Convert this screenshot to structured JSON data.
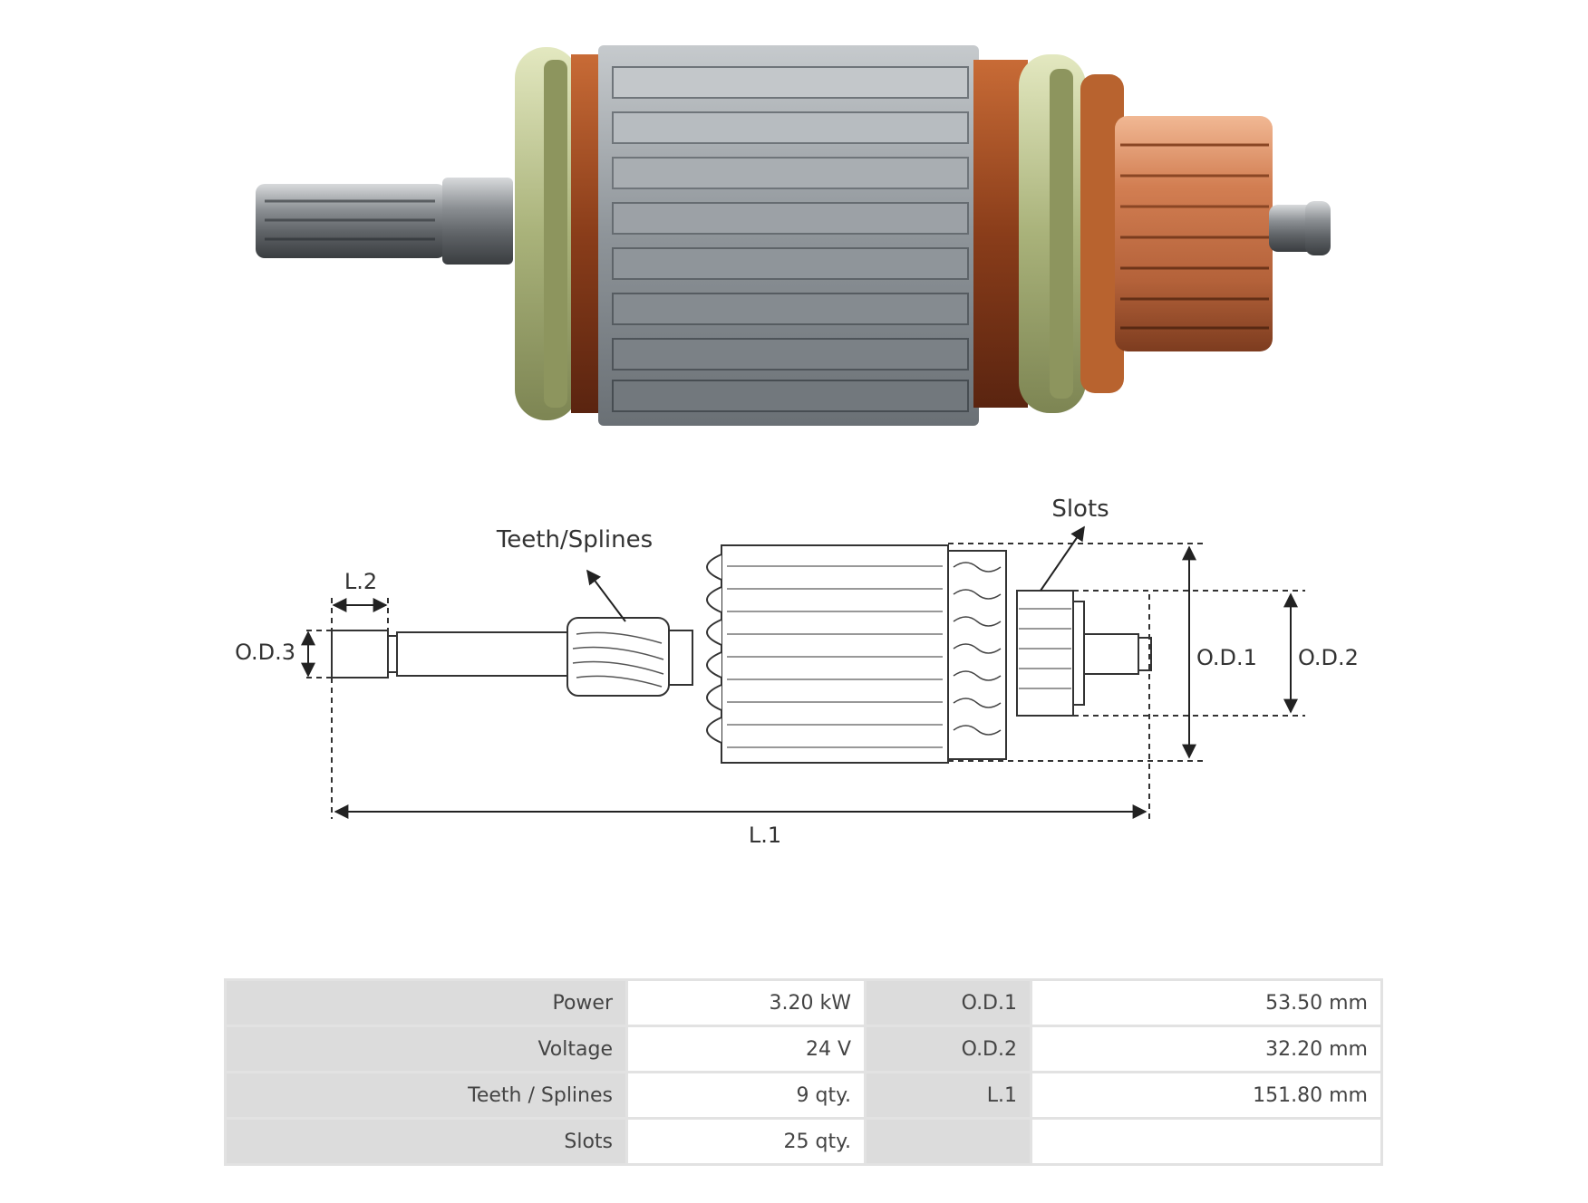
{
  "diagram": {
    "callouts": {
      "teeth_splines": "Teeth/Splines",
      "slots": "Slots"
    },
    "dimensions": {
      "l1": "L.1",
      "l2": "L.2",
      "od1": "O.D.1",
      "od2": "O.D.2",
      "od3": "O.D.3"
    }
  },
  "specs": {
    "rows": [
      {
        "label_a": "Power",
        "value_a": "3.20 kW",
        "label_b": "O.D.1",
        "value_b": "53.50 mm"
      },
      {
        "label_a": "Voltage",
        "value_a": "24 V",
        "label_b": "O.D.2",
        "value_b": "32.20 mm"
      },
      {
        "label_a": "Teeth / Splines",
        "value_a": "9 qty.",
        "label_b": "L.1",
        "value_b": "151.80 mm"
      },
      {
        "label_a": "Slots",
        "value_a": "25 qty.",
        "label_b": "",
        "value_b": ""
      }
    ]
  },
  "colors": {
    "steel": "#9aa0a6",
    "copper": "#c8703d",
    "insulator": "#b9c28a",
    "table_header": "#dcdcdc"
  }
}
